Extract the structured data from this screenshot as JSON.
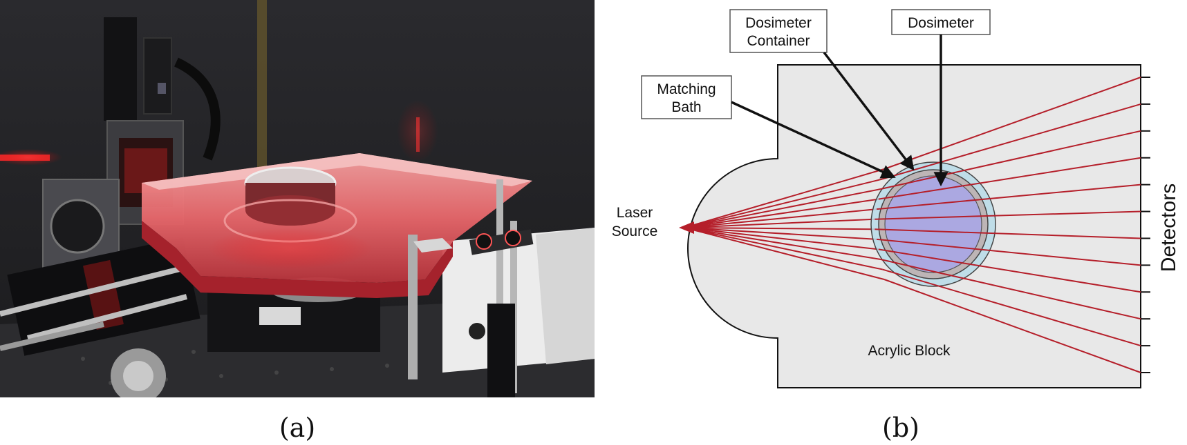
{
  "panel_a": {
    "caption": "(a)"
  },
  "panel_b": {
    "caption": "(b)",
    "labels": {
      "laser_line1": "Laser",
      "laser_line2": "Source",
      "matching_line1": "Matching",
      "matching_line2": "Bath",
      "container_line1": "Dosimeter",
      "container_line2": "Container",
      "dosimeter": "Dosimeter",
      "acrylic": "Acrylic Block",
      "detectors": "Detectors"
    },
    "colors": {
      "block_fill": "#e8e8e8",
      "outer_ring": "#b7dbe8",
      "dosimeter_fill": "#a9a6e6",
      "beam": "#b51f2a"
    },
    "beam_count": 12,
    "detector_ticks": 12
  }
}
